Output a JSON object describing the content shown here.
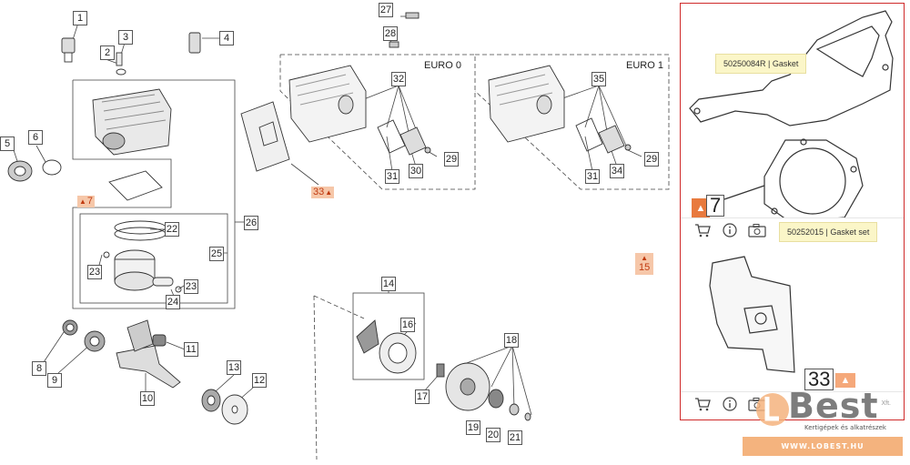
{
  "diagram": {
    "callouts": [
      {
        "id": "c1",
        "label": "1"
      },
      {
        "id": "c2",
        "label": "2"
      },
      {
        "id": "c3",
        "label": "3"
      },
      {
        "id": "c4",
        "label": "4"
      },
      {
        "id": "c5",
        "label": "5"
      },
      {
        "id": "c6",
        "label": "6"
      },
      {
        "id": "c8",
        "label": "8"
      },
      {
        "id": "c9",
        "label": "9"
      },
      {
        "id": "c10",
        "label": "10"
      },
      {
        "id": "c11",
        "label": "11"
      },
      {
        "id": "c12",
        "label": "12"
      },
      {
        "id": "c13",
        "label": "13"
      },
      {
        "id": "c14",
        "label": "14"
      },
      {
        "id": "c16",
        "label": "16"
      },
      {
        "id": "c17",
        "label": "17"
      },
      {
        "id": "c18",
        "label": "18"
      },
      {
        "id": "c19",
        "label": "19"
      },
      {
        "id": "c20",
        "label": "20"
      },
      {
        "id": "c21",
        "label": "21"
      },
      {
        "id": "c22",
        "label": "22"
      },
      {
        "id": "c23a",
        "label": "23"
      },
      {
        "id": "c23b",
        "label": "23"
      },
      {
        "id": "c24",
        "label": "24"
      },
      {
        "id": "c25",
        "label": "25"
      },
      {
        "id": "c26",
        "label": "26"
      },
      {
        "id": "c27",
        "label": "27"
      },
      {
        "id": "c28",
        "label": "28"
      },
      {
        "id": "c29a",
        "label": "29"
      },
      {
        "id": "c29b",
        "label": "29"
      },
      {
        "id": "c30",
        "label": "30"
      },
      {
        "id": "c31a",
        "label": "31"
      },
      {
        "id": "c31b",
        "label": "31"
      },
      {
        "id": "c32",
        "label": "32"
      },
      {
        "id": "c34",
        "label": "34"
      },
      {
        "id": "c35",
        "label": "35"
      }
    ],
    "warn_7": "7",
    "warn_33": "33",
    "warn_15": "15",
    "euro0": "EURO 0",
    "euro1": "EURO 1"
  },
  "panel": {
    "tip_top": "50250084R | Gasket",
    "tip_mid": "50252015 | Gasket set",
    "tip_bottom_partial": "Xft.",
    "big_7": "7",
    "big_33": "33"
  },
  "logo": {
    "word": "Best",
    "tagline": "Kertigépek és alkatrészek",
    "url": "WWW.LOBEST.HU"
  },
  "colors": {
    "panel_border": "#cf2a2a",
    "warn_bg": "#f6c7a9",
    "warn_fg": "#c03a10",
    "tip_bg": "#fbf6c8",
    "logo_orange": "#f4b37e"
  }
}
